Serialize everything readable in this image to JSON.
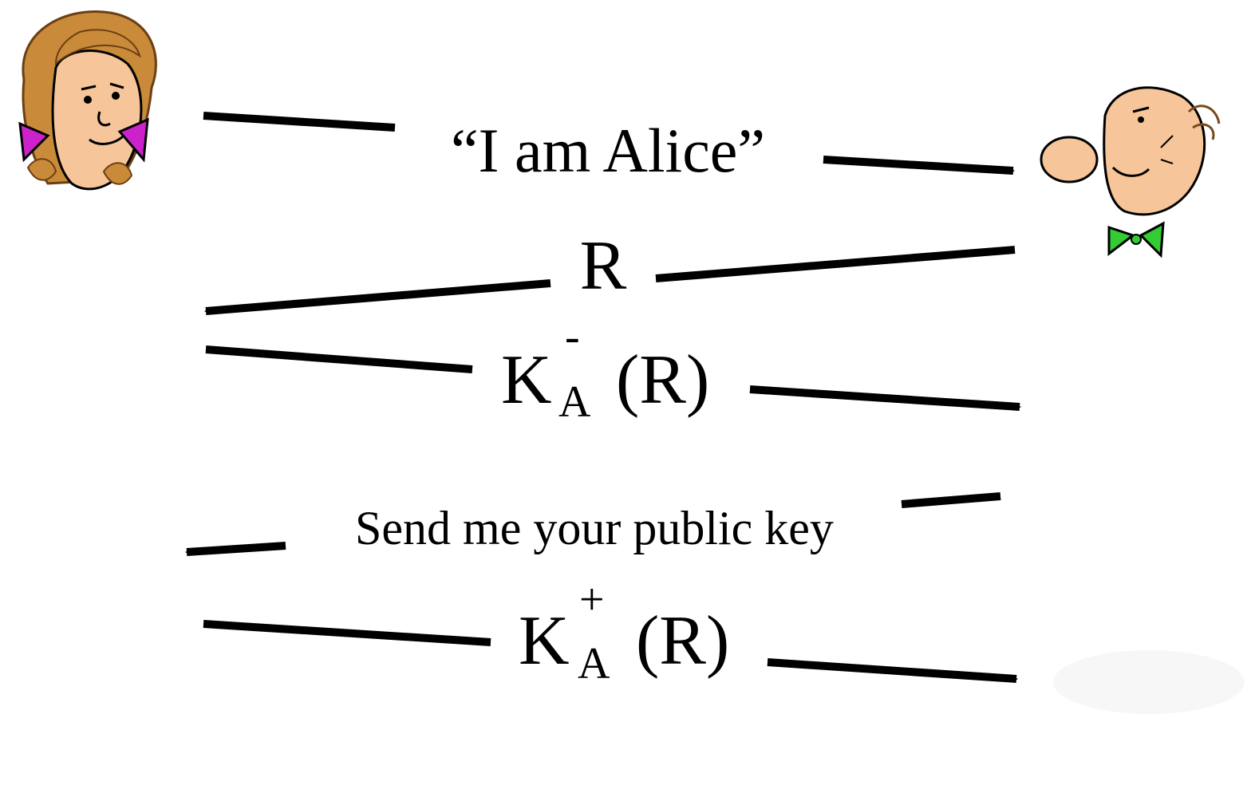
{
  "messages": [
    {
      "text": "“I am Alice”",
      "direction": "alice-to-bob"
    },
    {
      "text": "R",
      "direction": "bob-to-alice"
    },
    {
      "base": "K",
      "superscript": "-",
      "subscript": "A",
      "argument": "(R)",
      "direction": "alice-to-bob"
    },
    {
      "text": "Send me your public key",
      "direction": "bob-to-alice"
    },
    {
      "base": "K",
      "superscript": "+",
      "subscript": "A",
      "argument": "(R)",
      "direction": "alice-to-bob"
    }
  ],
  "colors": {
    "line": "#000000",
    "alice_hair": "#c98a3a",
    "alice_bow": "#cc22cc",
    "skin": "#f6c59a",
    "bob_tie": "#33cc33"
  },
  "icons": {
    "alice": "alice-cartoon-face",
    "bob": "bob-cartoon-face"
  }
}
